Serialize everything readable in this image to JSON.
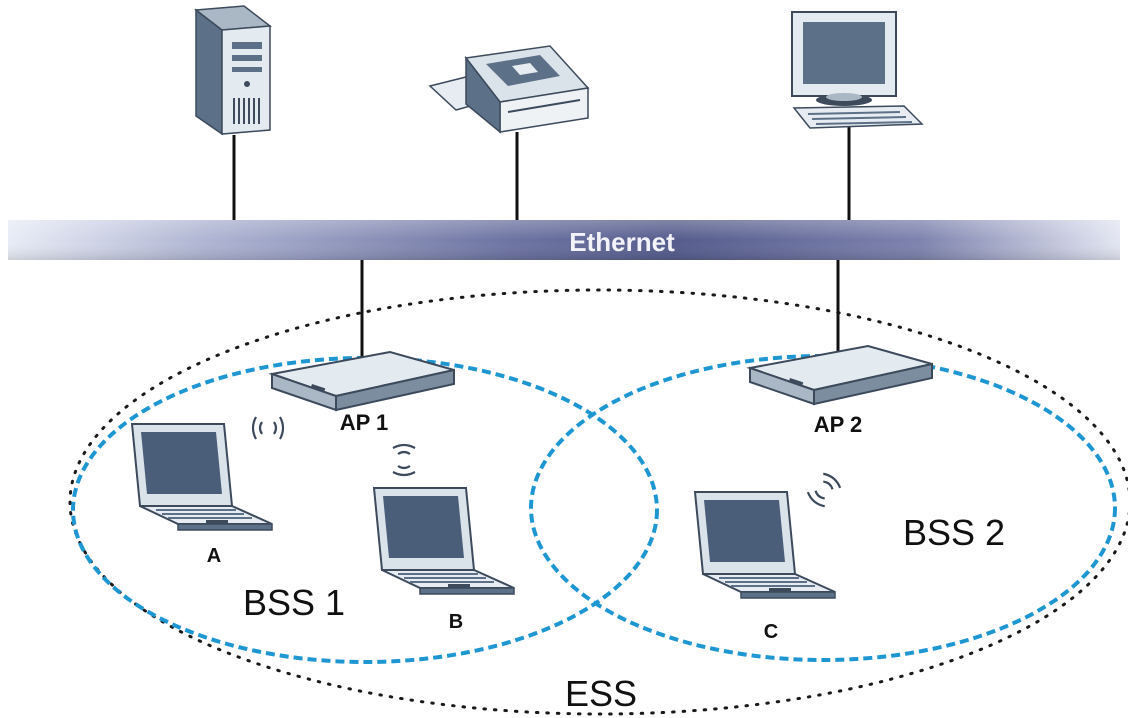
{
  "ethernet": {
    "label": "Ethernet"
  },
  "access_points": [
    {
      "label": "AP 1"
    },
    {
      "label": "AP 2"
    }
  ],
  "stations": [
    {
      "label": "A"
    },
    {
      "label": "B"
    },
    {
      "label": "C"
    }
  ],
  "bss": [
    {
      "label": "BSS 1"
    },
    {
      "label": "BSS 2"
    }
  ],
  "ess": {
    "label": "ESS"
  },
  "colors": {
    "bss_ring": "#1e96d2",
    "ess_ring": "#1a1a1a",
    "device_body": "#5c7088",
    "device_light": "#dbe3ea",
    "screen": "#4a5e7a"
  },
  "icons": [
    "server-tower-icon",
    "printer-icon",
    "desktop-computer-icon",
    "access-point-icon",
    "laptop-icon",
    "wireless-signal-icon"
  ]
}
